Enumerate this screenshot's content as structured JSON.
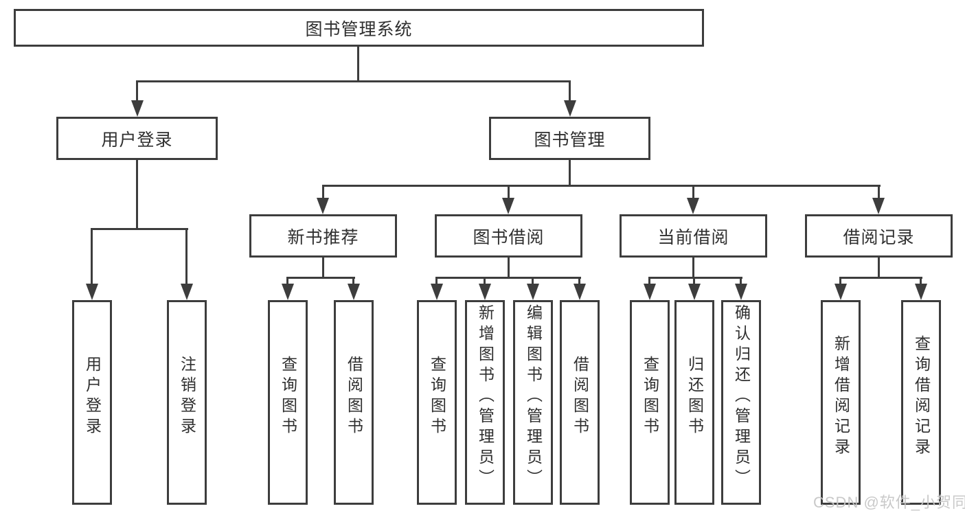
{
  "tree": {
    "root": {
      "label": "图书管理系统"
    },
    "branches": [
      {
        "label": "用户登录",
        "children": [
          {
            "label": "用户登录"
          },
          {
            "label": "注销登录"
          }
        ]
      },
      {
        "label": "图书管理",
        "groups": [
          {
            "label": "新书推荐",
            "children": [
              {
                "label": "查询图书"
              },
              {
                "label": "借阅图书"
              }
            ]
          },
          {
            "label": "图书借阅",
            "children": [
              {
                "label": "查询图书"
              },
              {
                "label": "新增图书（管理员）"
              },
              {
                "label": "编辑图书（管理员）"
              },
              {
                "label": "借阅图书"
              }
            ]
          },
          {
            "label": "当前借阅",
            "children": [
              {
                "label": "查询图书"
              },
              {
                "label": "归还图书"
              },
              {
                "label": "确认归还（管理员）"
              }
            ]
          },
          {
            "label": "借阅记录",
            "children": [
              {
                "label": "新增借阅记录"
              },
              {
                "label": "查询借阅记录"
              }
            ]
          }
        ]
      }
    ]
  },
  "watermark": "CSDN @软件_小贺同学",
  "colors": {
    "line": "#3d3d3d",
    "text": "#2f2f2f",
    "watermark": "#c6c6c6",
    "background": "#ffffff"
  }
}
